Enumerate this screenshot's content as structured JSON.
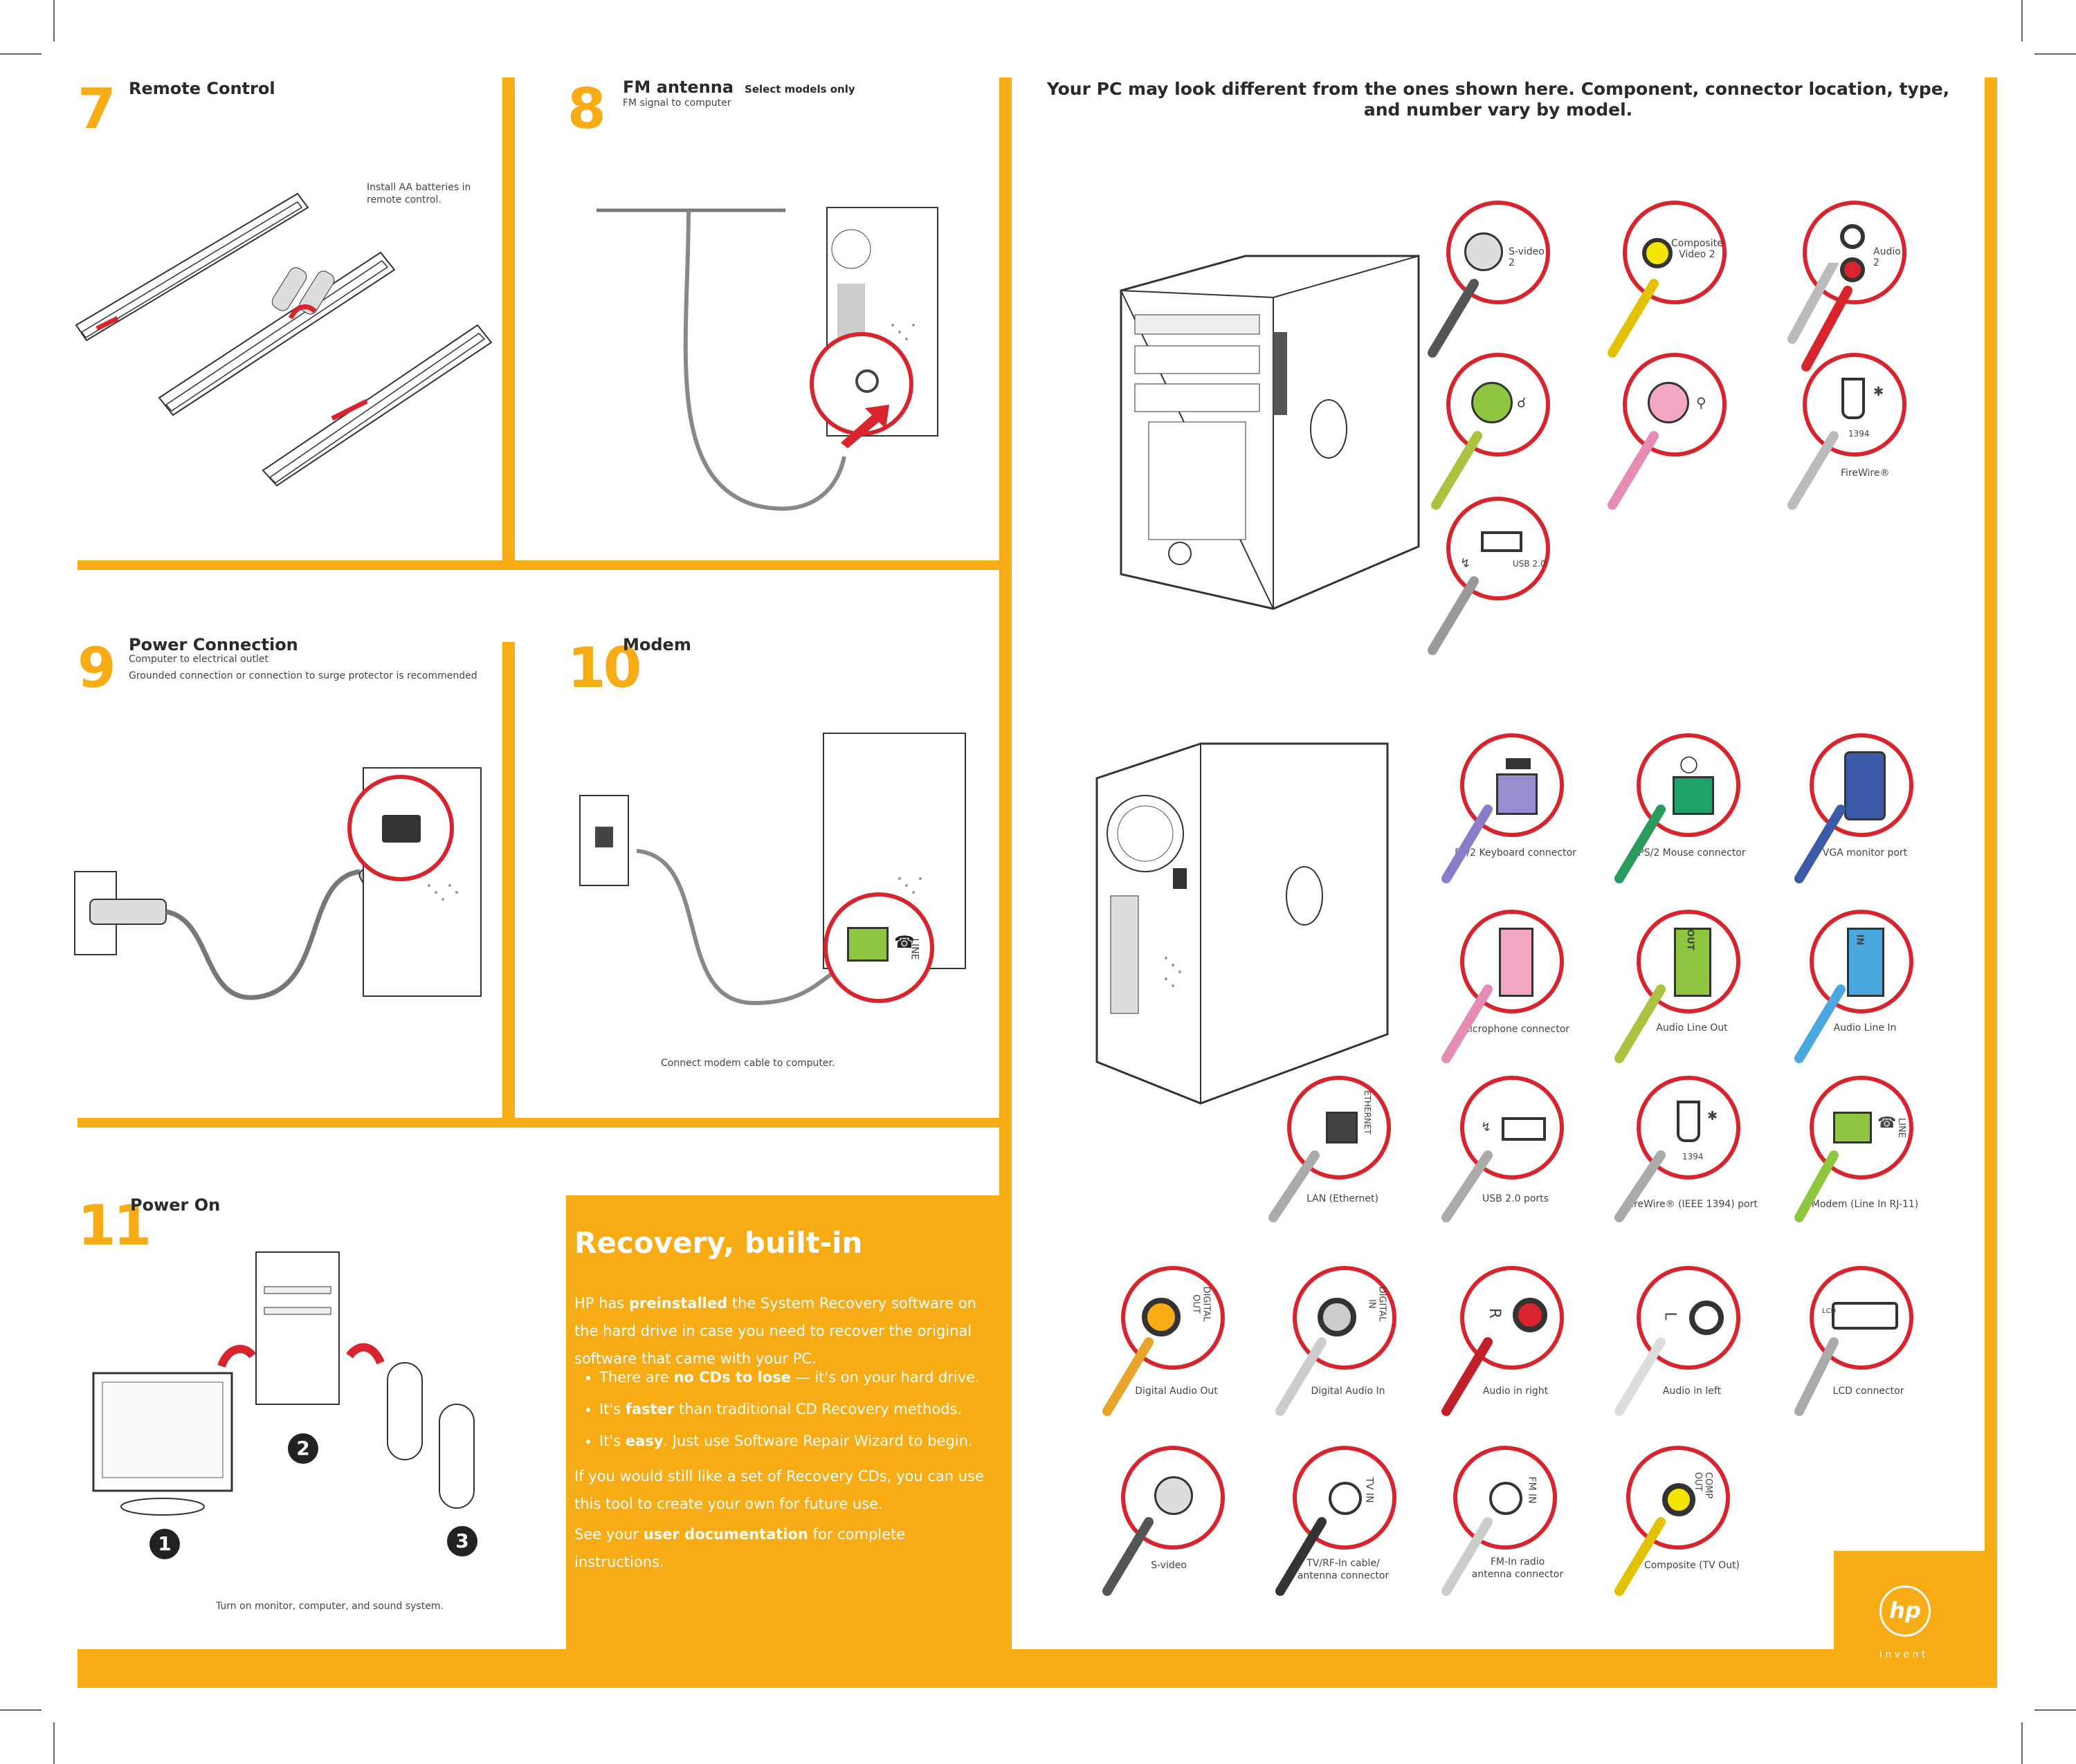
{
  "header": {
    "disclaimer_line1": "Your PC may look different from the ones shown here. Component, connector location, type,",
    "disclaimer_line2": "and number vary by model."
  },
  "steps": {
    "s7": {
      "num": "7",
      "title": "Remote Control",
      "note_line1": "Install AA batteries in",
      "note_line2": "remote control."
    },
    "s8": {
      "num": "8",
      "title": "FM antenna",
      "select": "Select models only",
      "sub": "FM signal to computer"
    },
    "s9": {
      "num": "9",
      "title": "Power Connection",
      "sub1": "Computer to electrical outlet",
      "sub2": "Grounded connection or connection to surge protector is recommended"
    },
    "s10": {
      "num": "10",
      "title": "Modem",
      "caption": "Connect modem cable to computer.",
      "jack_label": "LINE"
    },
    "s11": {
      "num": "11",
      "title": "Power On",
      "caption": "Turn on monitor, computer, and sound system.",
      "badge1": "1",
      "badge2": "2",
      "badge3": "3"
    }
  },
  "recovery": {
    "heading": "Recovery, built-in",
    "p1_a": "HP has ",
    "p1_b": "preinstalled",
    "p1_c": " the System Recovery software on",
    "p1_line2": "the hard drive in case you need to recover the original",
    "p1_line3": "software that came with your PC.",
    "b1_a": "There are ",
    "b1_b": "no CDs to lose",
    "b1_c": " — it's on your hard drive.",
    "b2_a": "It's ",
    "b2_b": "faster",
    "b2_c": " than traditional CD Recovery methods.",
    "b3_a": "It's ",
    "b3_b": "easy",
    "b3_c": ". Just use Software Repair Wizard to begin.",
    "p2_line1": "If you would still like a set of Recovery CDs, you can use",
    "p2_line2": "this tool to create your own for future use.",
    "p3_a": "See your ",
    "p3_b": "user documentation",
    "p3_c": " for complete instructions."
  },
  "front_connectors": {
    "svideo2": "S-video 2",
    "composite2_line1": "Composite",
    "composite2_line2": "Video 2",
    "audio2": "Audio 2",
    "firewire_num": "1394",
    "firewire": "FireWire®",
    "usb": "USB 2.0"
  },
  "rear_connectors": {
    "ps2_keyboard": "PS/2 Keyboard connector",
    "ps2_mouse": "PS/2 Mouse connector",
    "vga": "VGA monitor port",
    "mic": "Microphone connector",
    "line_out": "Audio Line Out",
    "line_in": "Audio Line In",
    "out_label": "OUT",
    "in_label": "IN",
    "lan": "LAN (Ethernet)",
    "ethernet_label": "ETHERNET",
    "usb_ports": "USB 2.0 ports",
    "firewire_port": "FireWire® (IEEE 1394) port",
    "firewire_num": "1394",
    "modem": "Modem (Line In RJ-11)",
    "line_label": "LINE",
    "digital_out": "Digital Audio Out",
    "digital_out_label_1": "DIGITAL",
    "digital_out_label_2": "OUT",
    "digital_in": "Digital Audio In",
    "digital_in_label_1": "DIGITAL",
    "digital_in_label_2": "IN",
    "audio_right": "Audio in right",
    "r_label": "R",
    "audio_left": "Audio in left",
    "l_label": "L",
    "lcd": "LCD connector",
    "lcd_label": "LCD",
    "svideo": "S-video",
    "tv_in_line1": "TV/RF-In cable/",
    "tv_in_line2": "antenna connector",
    "tv_in_label": "TV IN",
    "fm_in_line1": "FM-In radio",
    "fm_in_line2": "antenna connector",
    "fm_in_label": "FM IN",
    "comp_out": "Composite (TV Out)",
    "comp_out_label": "COMP OUT"
  },
  "brand": {
    "logo": "hp",
    "tagline": "i n v e n t"
  },
  "colors": {
    "accent_yellow": "#f7ab14",
    "ring_red": "#d8242d",
    "jack_green": "#8ec63f",
    "jack_pink": "#f4a7c4",
    "jack_blue": "#4aa8de",
    "vga_blue": "#3b5aa8"
  }
}
